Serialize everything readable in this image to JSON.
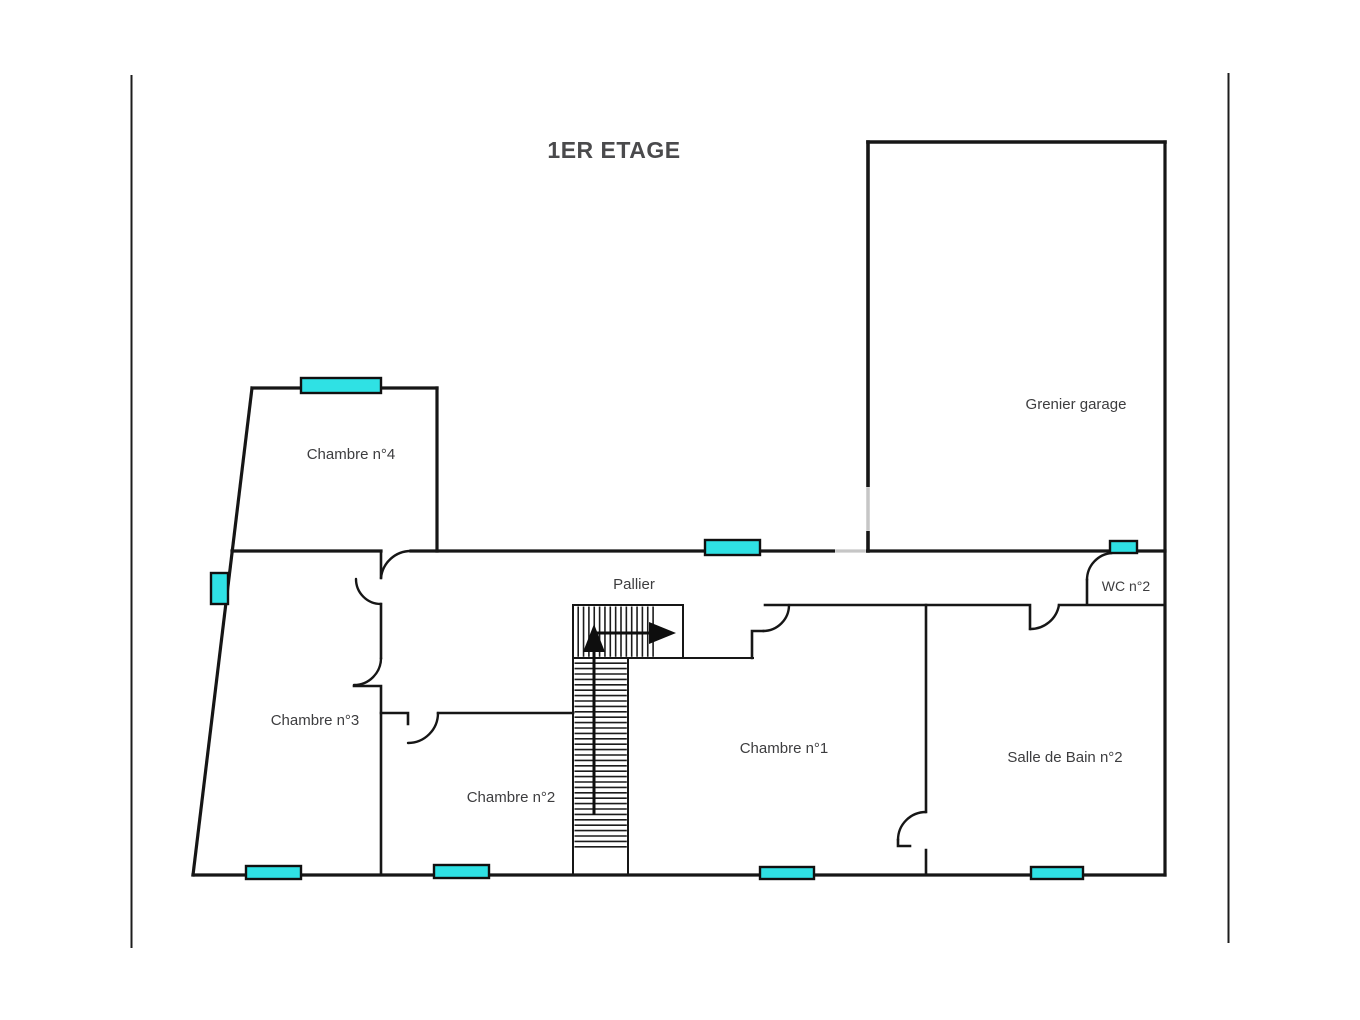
{
  "title": "1ER ETAGE",
  "rooms": {
    "chambre4": {
      "label": "Chambre n°4"
    },
    "grenier": {
      "label": "Grenier garage"
    },
    "pallier": {
      "label": "Pallier"
    },
    "wc2": {
      "label": "WC n°2"
    },
    "chambre3": {
      "label": "Chambre n°3"
    },
    "chambre2": {
      "label": "Chambre n°2"
    },
    "chambre1": {
      "label": "Chambre n°1"
    },
    "sdb2": {
      "label": "Salle de Bain n°2"
    }
  },
  "colors": {
    "wall": "#161616",
    "window_fill": "#2fe1e4",
    "window_border": "#101010",
    "label_text": "#3d3d3f",
    "title_text": "#4a4a4c",
    "faded_wall": "#c6c6c6"
  },
  "icons": {
    "windows": "cyan-window-markers",
    "doors": "quarter-arc-door-swings",
    "stairs": "stair-treads-with-direction-arrow"
  }
}
